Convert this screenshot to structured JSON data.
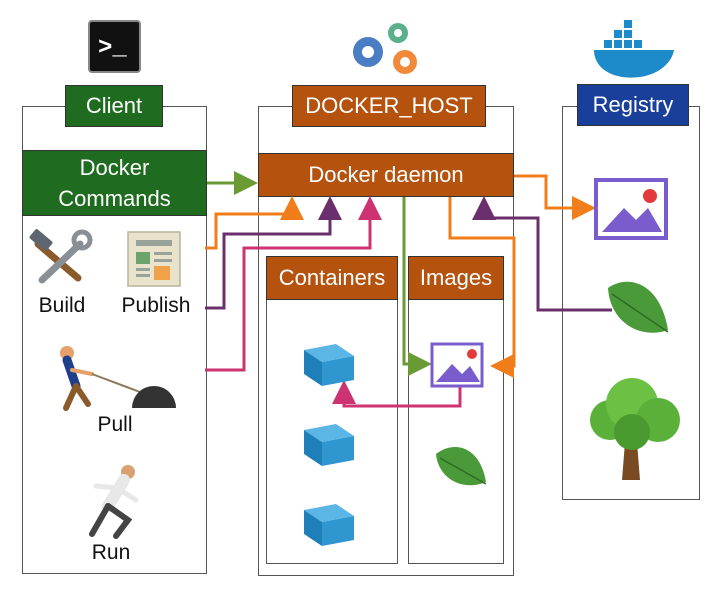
{
  "colors": {
    "client": "#1f6b1f",
    "host": "#b4520e",
    "registry": "#1a3f9a",
    "arrow_green": "#6a9a33",
    "arrow_orange": "#f07d1a",
    "arrow_purple": "#6b2f6e",
    "arrow_pink": "#cc3370"
  },
  "client": {
    "title": "Client",
    "commands_line1": "Docker",
    "commands_line2": "Commands",
    "actions": [
      {
        "label": "Build",
        "icon": "tools-icon"
      },
      {
        "label": "Publish",
        "icon": "newspaper-icon"
      },
      {
        "label": "Pull",
        "icon": "person-pulling-icon"
      },
      {
        "label": "Run",
        "icon": "running-man-icon"
      }
    ],
    "top_icon": "terminal-icon"
  },
  "host": {
    "title": "DOCKER_HOST",
    "daemon": "Docker daemon",
    "containers": "Containers",
    "images": "Images",
    "top_icon": "gears-icon"
  },
  "registry": {
    "title": "Registry",
    "top_icon": "docker-whale-icon",
    "items": [
      "image-icon",
      "leaf-icon",
      "tree-icon"
    ]
  }
}
